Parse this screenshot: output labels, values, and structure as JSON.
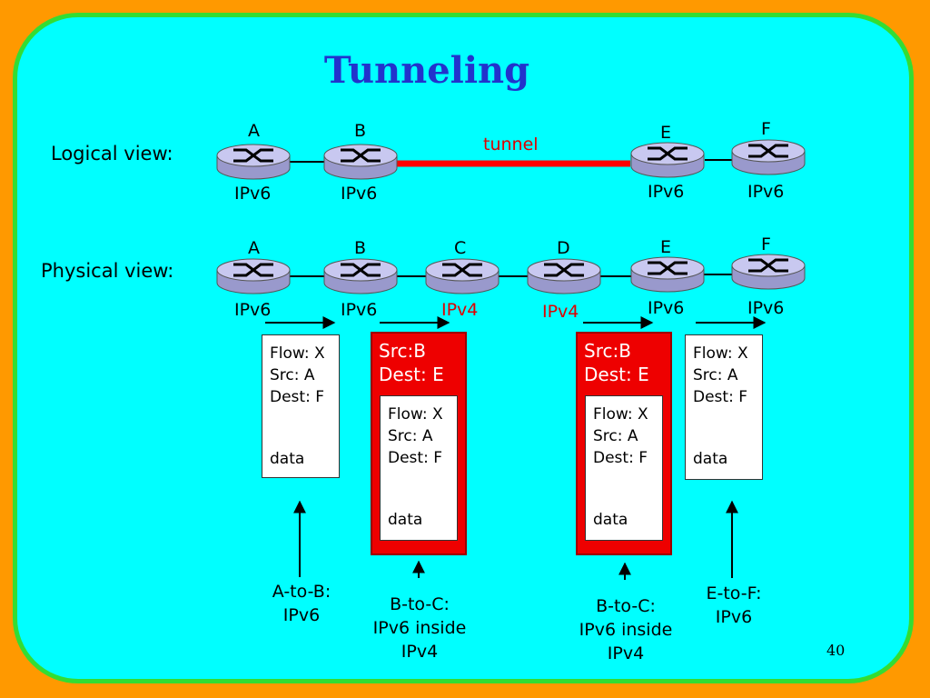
{
  "title": "Tunneling",
  "page_number": "40",
  "logical_view": {
    "label": "Logical view:",
    "tunnel_label": "tunnel",
    "routers": [
      {
        "name": "A",
        "protocol": "IPv6"
      },
      {
        "name": "B",
        "protocol": "IPv6"
      },
      {
        "name": "E",
        "protocol": "IPv6"
      },
      {
        "name": "F",
        "protocol": "IPv6"
      }
    ]
  },
  "physical_view": {
    "label": "Physical view:",
    "routers": [
      {
        "name": "A",
        "protocol": "IPv6"
      },
      {
        "name": "B",
        "protocol": "IPv6"
      },
      {
        "name": "C",
        "protocol": "IPv4"
      },
      {
        "name": "D",
        "protocol": "IPv4"
      },
      {
        "name": "E",
        "protocol": "IPv6"
      },
      {
        "name": "F",
        "protocol": "IPv6"
      }
    ]
  },
  "packets": {
    "a_to_b": {
      "flow": "Flow: X",
      "src": "Src: A",
      "dest": "Dest: F",
      "data": "data",
      "caption": [
        "A-to-B:",
        "IPv6"
      ]
    },
    "b_to_c": {
      "outer_src": "Src:B",
      "outer_dest": "Dest: E",
      "flow": "Flow: X",
      "src": "Src: A",
      "dest": "Dest: F",
      "data": "data",
      "caption": [
        "B-to-C:",
        "IPv6 inside",
        "IPv4"
      ]
    },
    "d_to_e": {
      "outer_src": "Src:B",
      "outer_dest": "Dest: E",
      "flow": "Flow: X",
      "src": "Src: A",
      "dest": "Dest: F",
      "data": "data",
      "caption": [
        "B-to-C:",
        "IPv6 inside",
        "IPv4"
      ]
    },
    "e_to_f": {
      "flow": "Flow: X",
      "src": "Src: A",
      "dest": "Dest: F",
      "data": "data",
      "caption": [
        "E-to-F:",
        "IPv6"
      ]
    }
  },
  "colors": {
    "background": "#FF9900",
    "panel": "#00FFFF",
    "panel_border": "#33DD33",
    "title": "#2233CC",
    "tunnel": "#FF0000",
    "ipv4": "#E00000",
    "router": "#C8C8F0"
  }
}
